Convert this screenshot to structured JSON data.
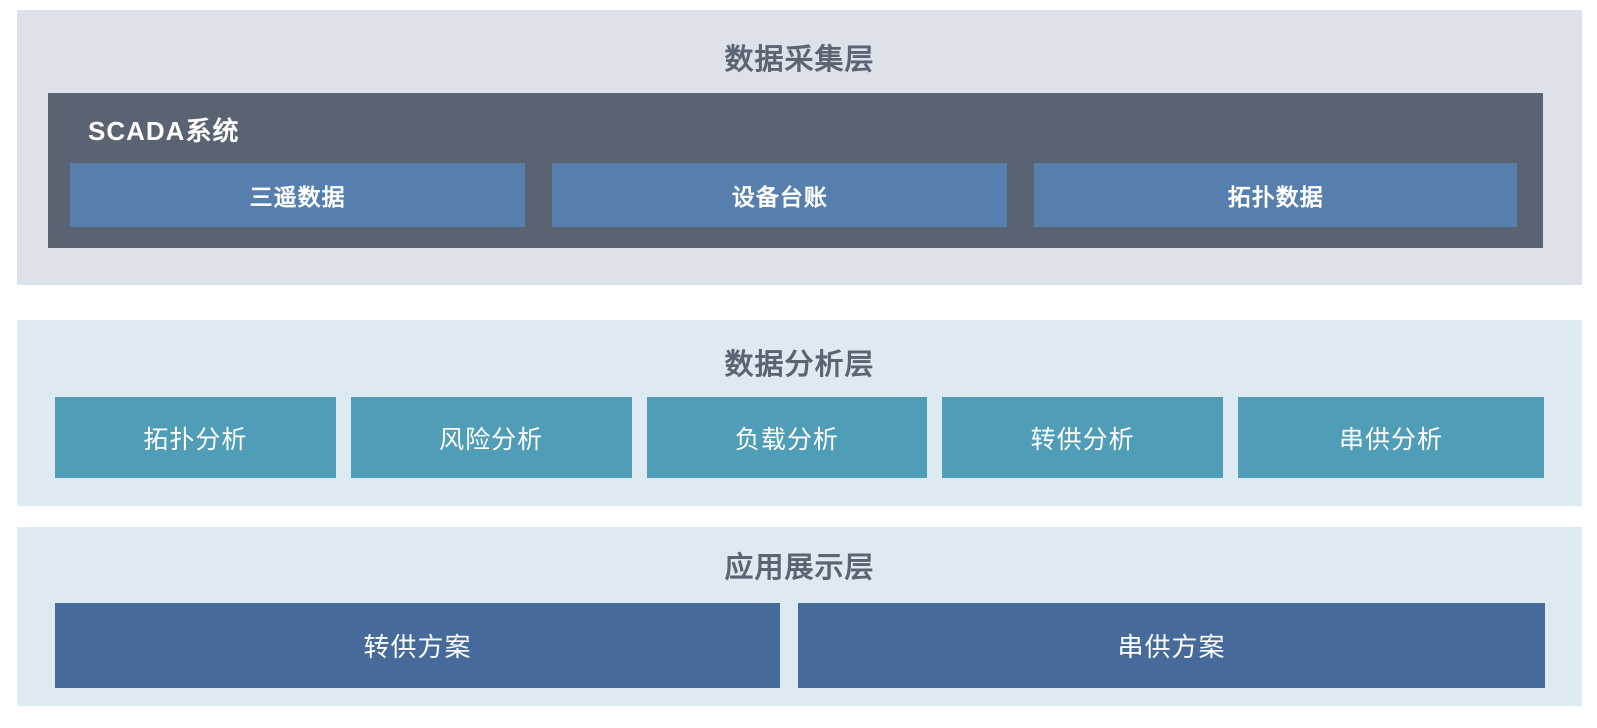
{
  "colors": {
    "page_bg": "#ffffff",
    "layer1_bg": "#dde1ea",
    "layer23_bg": "#ddeaf2",
    "title_text": "#5a6472",
    "scada_bg": "#5a6372",
    "scada_item_bg": "#567fae",
    "analysis_item_bg": "#4f9db7",
    "app_item_bg": "#466b9a",
    "item_text": "#ffffff"
  },
  "layers": {
    "collection": {
      "title": "数据采集层",
      "scada": {
        "label": "SCADA系统",
        "items": [
          "三遥数据",
          "设备台账",
          "拓扑数据"
        ]
      }
    },
    "analysis": {
      "title": "数据分析层",
      "items": [
        "拓扑分析",
        "风险分析",
        "负载分析",
        "转供分析",
        "串供分析"
      ]
    },
    "application": {
      "title": "应用展示层",
      "items": [
        "转供方案",
        "串供方案"
      ]
    }
  }
}
